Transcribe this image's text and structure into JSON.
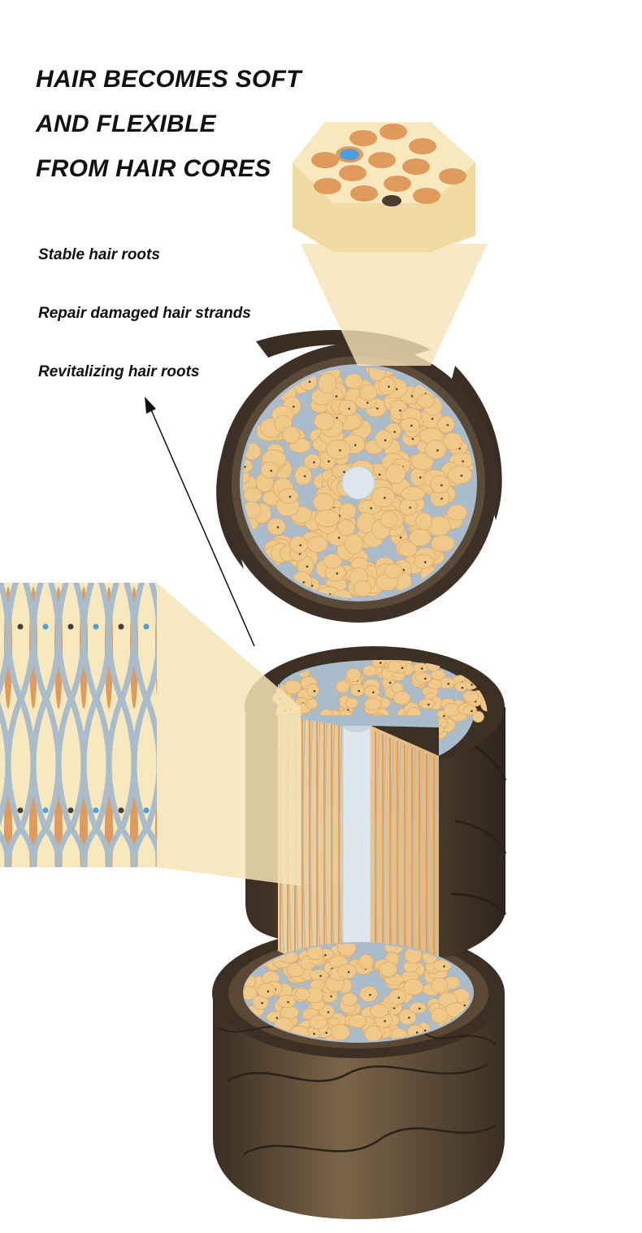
{
  "headline": {
    "line1": "HAIR BECOMES SOFT",
    "line2": "AND FLEXIBLE",
    "line3": "FROM HAIR CORES"
  },
  "benefits": [
    {
      "label": "Stable hair roots"
    },
    {
      "label": "Repair damaged hair strands"
    },
    {
      "label": "Revitalizing hair roots"
    }
  ],
  "colors": {
    "cuticle_dark": "#3b3026",
    "cuticle_brown": "#5c4a36",
    "cortex_blue": "#a9bccb",
    "cell_fill": "#efc98a",
    "granule_orange": "#e09a5c",
    "medulla": "#dfe7ee",
    "highlight_cream": "#f5e4b6",
    "accent_blue": "#4d9fdc",
    "pigment_dark": "#4b3e31"
  },
  "icons": [
    "arrow-pointer-icon"
  ]
}
